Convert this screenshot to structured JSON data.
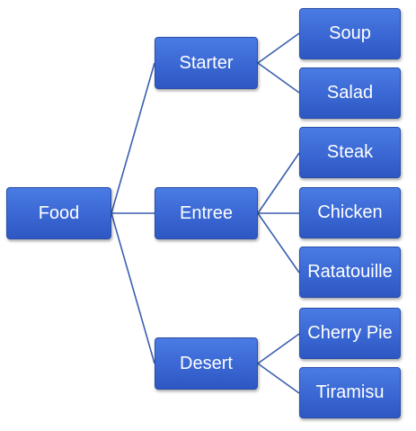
{
  "tree": {
    "root": {
      "label": "Food"
    },
    "branches": [
      {
        "label": "Starter",
        "children": [
          {
            "label": "Soup"
          },
          {
            "label": "Salad"
          }
        ]
      },
      {
        "label": "Entree",
        "children": [
          {
            "label": "Steak"
          },
          {
            "label": "Chicken"
          },
          {
            "label": "Ratatouille"
          }
        ]
      },
      {
        "label": "Desert",
        "children": [
          {
            "label": "Cherry Pie"
          },
          {
            "label": "Tiramisu"
          }
        ]
      }
    ]
  },
  "colors": {
    "node_fill": "#3a67d3",
    "node_border": "#2a4ea8",
    "node_text": "#ffffff",
    "connector": "#3a5fae"
  }
}
